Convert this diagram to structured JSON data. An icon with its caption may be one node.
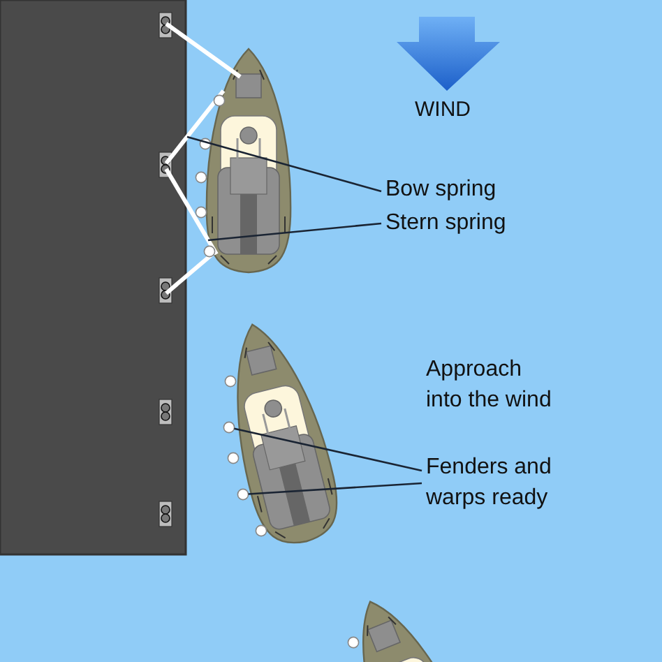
{
  "diagram": {
    "nodes": [
      {
        "text": [
          "Bow spring"
        ]
      },
      {
        "text": [
          "Stern spring"
        ]
      },
      {
        "text": [
          "Fenders and warps ready"
        ]
      },
      {
        "text": [],
        "shape": "line"
      },
      {
        "text": [],
        "shape": "line"
      },
      {
        "text": [],
        "shape": "circle"
      },
      {
        "text": [],
        "shape": "circle"
      }
    ],
    "edges": [
      {
        "from": 0,
        "to": 3,
        "arrow": "none"
      },
      {
        "from": 1,
        "to": 4,
        "arrow": "none"
      },
      {
        "from": 2,
        "to": 5,
        "arrow": "none"
      },
      {
        "from": 2,
        "to": 6,
        "arrow": "none"
      }
    ],
    "labels": [
      "WIND",
      "Approach into the wind"
    ]
  }
}
